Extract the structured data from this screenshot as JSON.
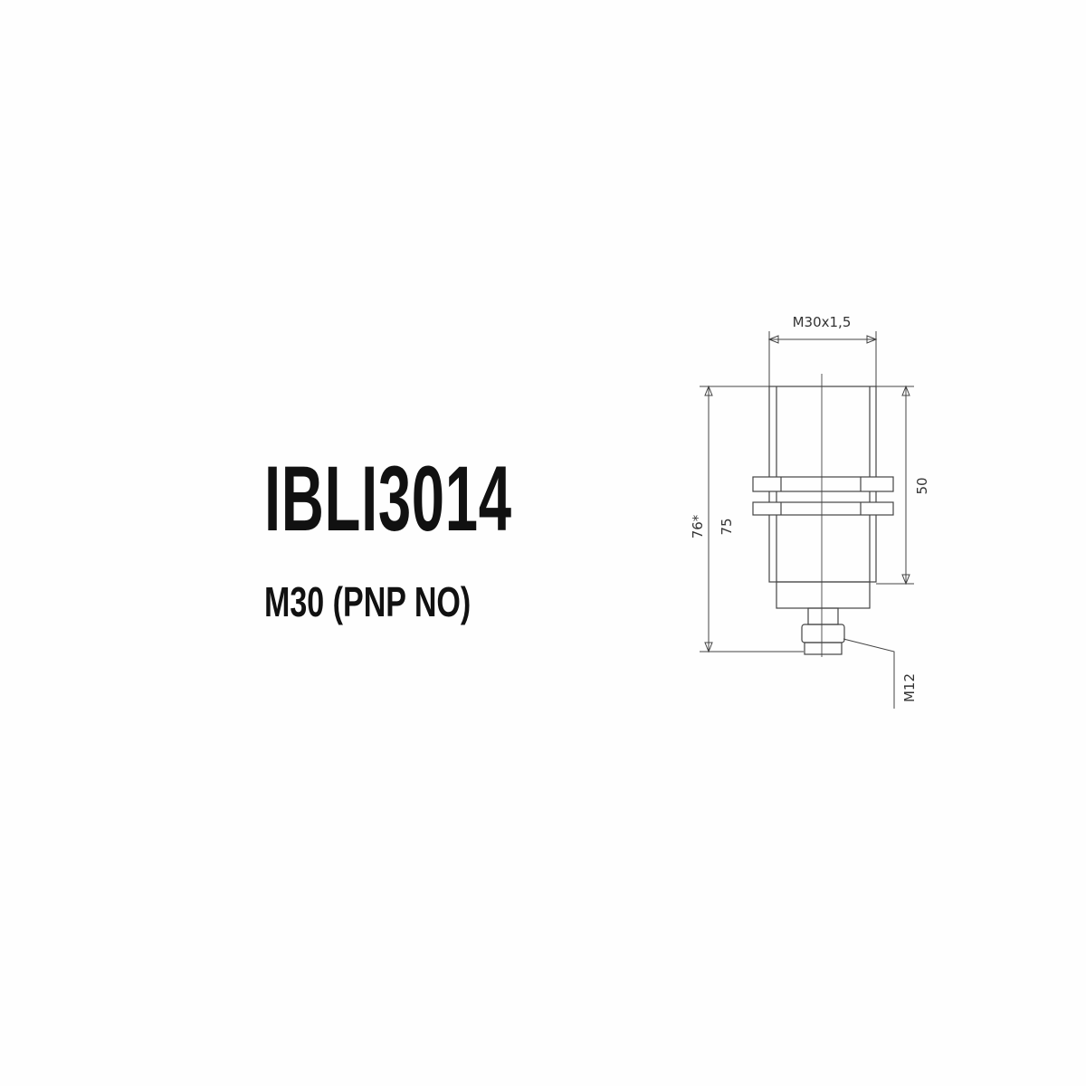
{
  "product": {
    "model": "IBLI3014",
    "variant": "M30 (PNP NO)"
  },
  "drawing": {
    "thread_label": "M30x1,5",
    "total_length_label": "76*",
    "length_label": "75",
    "thread_length_label": "50",
    "connector_label": "M12"
  }
}
